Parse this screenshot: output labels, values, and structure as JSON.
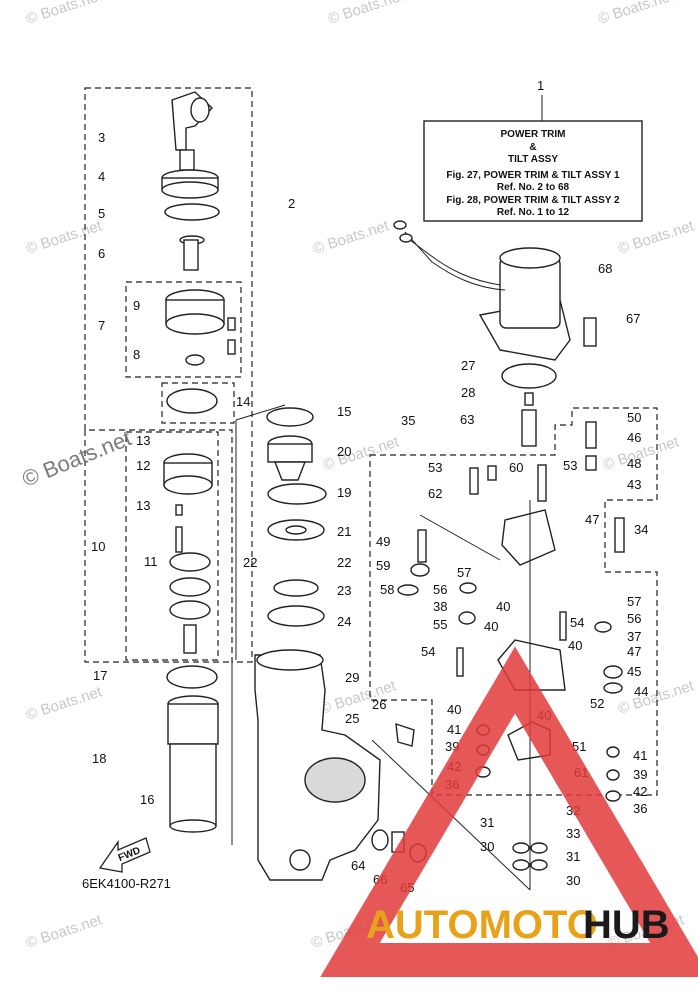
{
  "title_box": {
    "lines": [
      "POWER TRIM",
      "&",
      "TILT ASSY",
      "Fig. 27, POWER TRIM & TILT ASSY 1",
      "Ref. No. 2 to 68",
      "Fig. 28, POWER TRIM & TILT ASSY 2",
      "Ref. No. 1 to 12"
    ]
  },
  "drawing_code": "6EK4100-R271",
  "fwd_label": "FWD",
  "watermark": "© Boats.net",
  "brand": {
    "part1": "AUTOMOTO",
    "part2": "HUB",
    "color1": "#e8a21a",
    "color2": "#1a1a1a",
    "triangle_color": "#e23b3b"
  },
  "callouts": [
    "1",
    "2",
    "3",
    "4",
    "5",
    "6",
    "7",
    "8",
    "9",
    "10",
    "11",
    "12",
    "13",
    "13",
    "14",
    "15",
    "16",
    "17",
    "18",
    "19",
    "20",
    "21",
    "22",
    "22",
    "23",
    "24",
    "25",
    "26",
    "27",
    "28",
    "29",
    "30",
    "30",
    "31",
    "31",
    "32",
    "33",
    "34",
    "35",
    "36",
    "36",
    "37",
    "38",
    "39",
    "39",
    "40",
    "40",
    "40",
    "40",
    "40",
    "41",
    "41",
    "42",
    "42",
    "43",
    "44",
    "45",
    "46",
    "47",
    "47",
    "48",
    "49",
    "50",
    "51",
    "52",
    "53",
    "53",
    "54",
    "54",
    "55",
    "56",
    "56",
    "57",
    "57",
    "58",
    "59",
    "60",
    "61",
    "62",
    "63",
    "64",
    "65",
    "66",
    "67",
    "68"
  ]
}
